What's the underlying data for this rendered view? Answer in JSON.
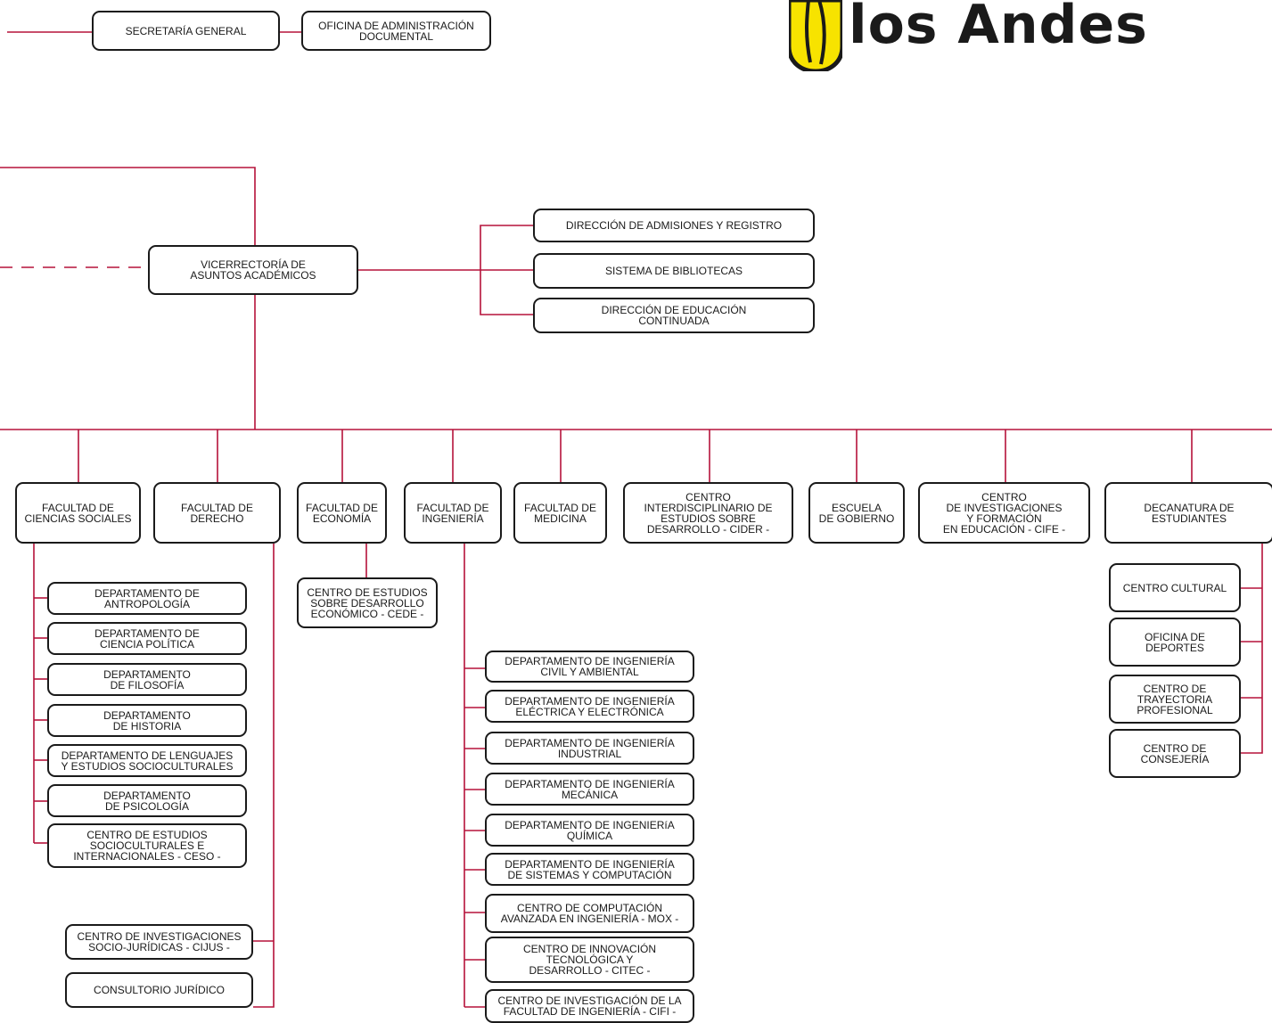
{
  "logo": {
    "text": "los Andes",
    "icon": "yellow-shield-icon",
    "color": "#f7e300"
  },
  "colors": {
    "connector": "#b5123a",
    "box_border": "#1a1a1a"
  },
  "top": {
    "secretaria": "SECRETARÍA GENERAL",
    "oficina_admin": "OFICINA DE ADMINISTRACIÓN\nDOCUMENTAL"
  },
  "vicerrectoria": "VICERRECTORÍA DE\nASUNTOS ACADÉMICOS",
  "direcciones": [
    "DIRECCIÓN DE ADMISIONES Y REGISTRO",
    "SISTEMA DE BIBLIOTECAS",
    "DIRECCIÓN DE EDUCACIÓN\nCONTINUADA"
  ],
  "facultades": [
    "FACULTAD DE\nCIENCIAS SOCIALES",
    "FACULTAD DE\nDERECHO",
    "FACULTAD DE\nECONOMÍA",
    "FACULTAD DE\nINGENIERÍA",
    "FACULTAD DE\nMEDICINA",
    "CENTRO\nINTERDISCIPLINARIO DE\nESTUDIOS SOBRE\nDESARROLLO - CIDER -",
    "ESCUELA\nDE GOBIERNO",
    "CENTRO\nDE INVESTIGACIONES\nY FORMACIÓN\nEN EDUCACIÓN - CIFE -",
    "DECANATURA DE\nESTUDIANTES"
  ],
  "ciencias_sociales": [
    "DEPARTAMENTO DE\nANTROPOLOGÍA",
    "DEPARTAMENTO DE\nCIENCIA POLÍTICA",
    "DEPARTAMENTO\nDE FILOSOFÍA",
    "DEPARTAMENTO\nDE HISTORIA",
    "DEPARTAMENTO DE LENGUAJES\nY ESTUDIOS SOCIOCULTURALES",
    "DEPARTAMENTO\nDE PSICOLOGÍA",
    "CENTRO DE  ESTUDIOS\nSOCIOCULTURALES E\nINTERNACIONALES - CESO -"
  ],
  "derecho": [
    "CENTRO DE INVESTIGACIONES\nSOCIO-JURÍDICAS - CIJUS -",
    "CONSULTORIO JURÍDICO"
  ],
  "economia": [
    "CENTRO DE ESTUDIOS\nSOBRE DESARROLLO\nECONÓMICO  - CEDE -"
  ],
  "ingenieria": [
    "DEPARTAMENTO DE INGENIERÍA\nCIVIL Y AMBIENTAL",
    "DEPARTAMENTO DE INGENIERÍA\nELÉCTRICA Y ELECTRÓNICA",
    "DEPARTAMENTO DE INGENIERÍA\nINDUSTRIAL",
    "DEPARTAMENTO DE INGENIERÍA\nMECÁNICA",
    "DEPARTAMENTO DE INGENIERíA\nQUÍMICA",
    "DEPARTAMENTO DE INGENIERÍA\nDE SISTEMAS Y COMPUTACIÓN",
    "CENTRO DE COMPUTACIÓN\nAVANZADA EN INGENIERÍA  - MOX -",
    "CENTRO DE INNOVACIÓN\nTECNOLÓGICA Y\nDESARROLLO  - CITEC -",
    "CENTRO DE INVESTIGACIÓN DE LA\nFACULTAD DE INGENIERÍA  - CIFI -"
  ],
  "estudiantes": [
    "CENTRO CULTURAL",
    "OFICINA DE\nDEPORTES",
    "CENTRO DE\nTRAYECTORIA\nPROFESIONAL",
    "CENTRO DE\nCONSEJERÍA"
  ]
}
